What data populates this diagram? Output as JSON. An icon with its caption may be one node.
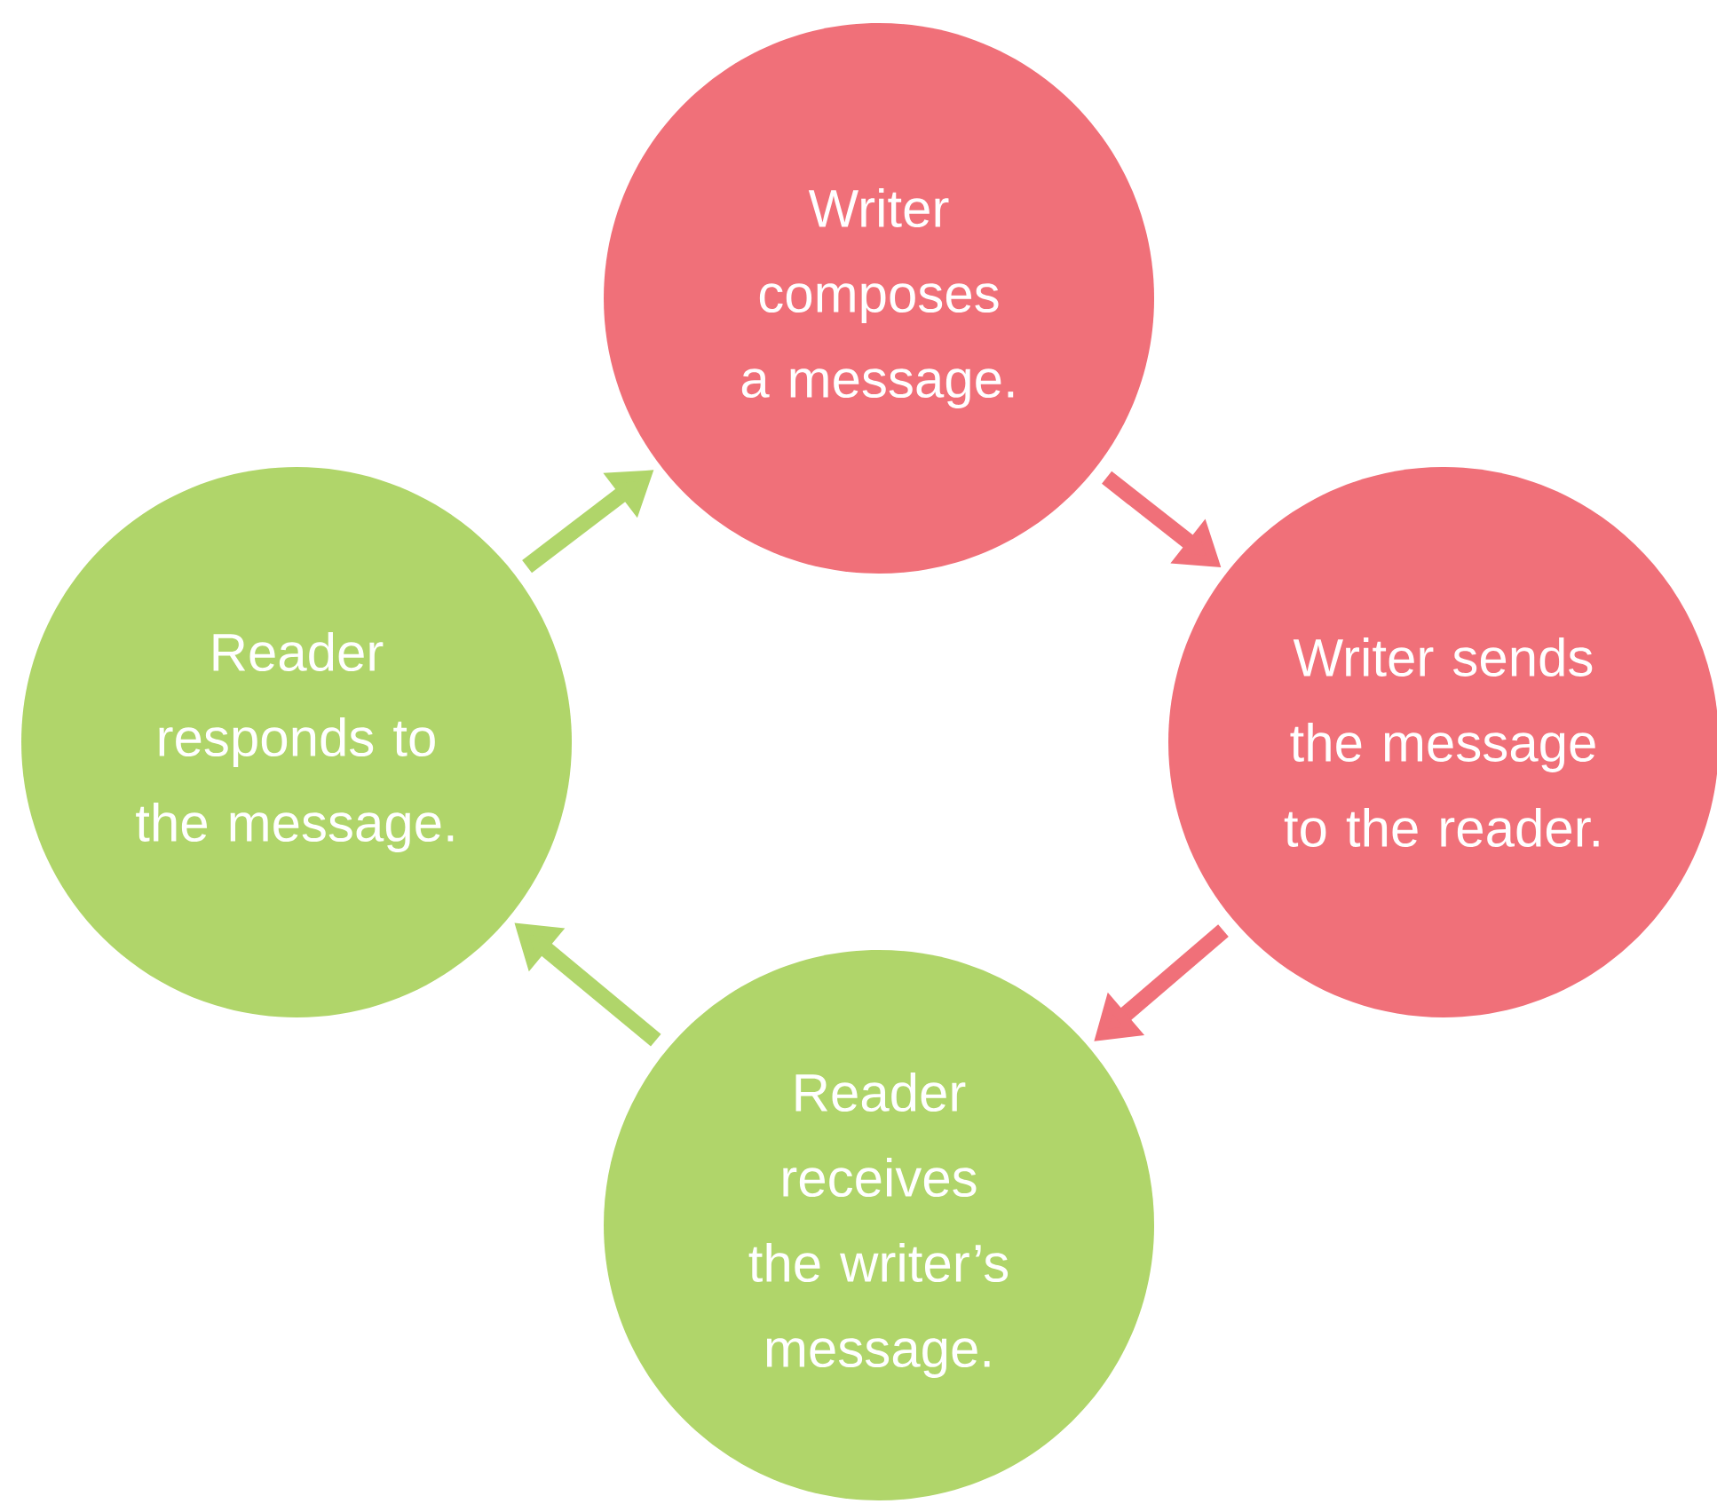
{
  "diagram": {
    "nodes": [
      {
        "text": [
          "Writer composes a message."
        ]
      },
      {
        "text": [
          "Writer sends the message to the reader."
        ]
      },
      {
        "text": [
          "Reader receives the writer’s message."
        ]
      },
      {
        "text": [
          "Reader responds to the message."
        ]
      }
    ],
    "edges": [
      {
        "from": 0,
        "to": 1,
        "arrow": "to",
        "color": "#f07079"
      },
      {
        "from": 1,
        "to": 2,
        "arrow": "to",
        "color": "#f07079"
      },
      {
        "from": 2,
        "to": 3,
        "arrow": "to",
        "color": "#b0d56a"
      },
      {
        "from": 3,
        "to": 0,
        "arrow": "to",
        "color": "#b0d56a"
      }
    ]
  }
}
